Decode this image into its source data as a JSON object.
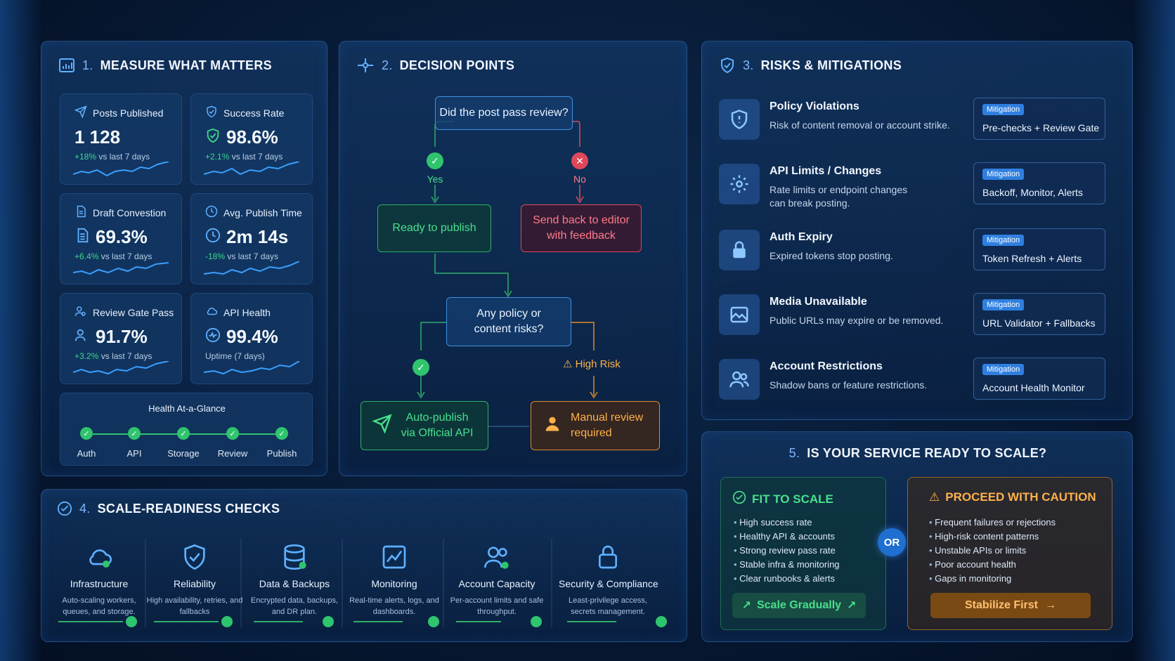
{
  "panel1": {
    "num": "1.",
    "title": "MEASURE WHAT MATTERS",
    "metrics": [
      {
        "label": "Posts Published",
        "value": "1 128",
        "delta": "+18%",
        "note": "vs last 7 days",
        "icon": "send-icon"
      },
      {
        "label": "Success Rate",
        "value": "98.6%",
        "delta": "+2.1%",
        "note": "vs last 7 days",
        "icon": "shield-check-icon"
      },
      {
        "label": "Draft Convestion",
        "value": "69.3%",
        "delta": "+6.4%",
        "note": "vs last 7 days",
        "icon": "document-icon"
      },
      {
        "label": "Avg. Publish Time",
        "value": "2m 14s",
        "delta": "-18%",
        "note": "vs last 7 days",
        "icon": "clock-icon"
      },
      {
        "label": "Review Gate Pass",
        "value": "91.7%",
        "delta": "+3.2%",
        "note": "vs last 7 days",
        "icon": "users-icon"
      },
      {
        "label": "API Health",
        "value": "99.4%",
        "delta": "",
        "note": "Uptime (7 days)",
        "icon": "cloud-icon"
      }
    ],
    "health": {
      "title": "Health At-a-Glance",
      "items": [
        "Auth",
        "API",
        "Storage",
        "Review",
        "Publish"
      ]
    }
  },
  "panel2": {
    "num": "2.",
    "title": "DECISION POINTS",
    "q1": "Did the post pass review?",
    "yes": "Yes",
    "no": "No",
    "ready": "Ready to publish",
    "sendback": "Send back to editor with feedback",
    "q2": "Any policy or content risks?",
    "high_risk": "High Risk",
    "auto": "Auto-publish via Official API",
    "manual": "Manual review required"
  },
  "panel3": {
    "num": "3.",
    "title": "RISKS & MITIGATIONS",
    "mitigation_tag": "Mitigation",
    "risks": [
      {
        "title": "Policy Violations",
        "desc": "Risk of content removal or account strike.",
        "mitigation": "Pre-checks + Review Gate"
      },
      {
        "title": "API Limits / Changes",
        "desc": "Rate limits or endpoint changes can break posting.",
        "mitigation": "Backoff, Monitor, Alerts"
      },
      {
        "title": "Auth Expiry",
        "desc": "Expired tokens stop posting.",
        "mitigation": "Token Refresh + Alerts"
      },
      {
        "title": "Media Unavailable",
        "desc": "Public URLs may expire or be removed.",
        "mitigation": "URL Validator + Fallbacks"
      },
      {
        "title": "Account Restrictions",
        "desc": "Shadow bans or feature restrictions.",
        "mitigation": "Account Health Monitor"
      }
    ]
  },
  "panel4": {
    "num": "4.",
    "title": "SCALE-READINESS CHECKS",
    "checks": [
      {
        "title": "Infrastructure",
        "desc": "Auto-scaling workers, queues, and storage."
      },
      {
        "title": "Reliability",
        "desc": "High availability, retries, and fallbacks"
      },
      {
        "title": "Data & Backups",
        "desc": "Encrypted data, backups, and DR plan."
      },
      {
        "title": "Monitoring",
        "desc": "Real-time alerts, logs, and dashboards."
      },
      {
        "title": "Account Capacity",
        "desc": "Per-account limits and safe throughput."
      },
      {
        "title": "Security & Compliance",
        "desc": "Least-privilege access, secrets management."
      }
    ]
  },
  "panel5": {
    "num": "5.",
    "title": "IS YOUR SERVICE READY TO SCALE?",
    "fit_title": "FIT TO SCALE",
    "fit_items": [
      "High success rate",
      "Healthy API & accounts",
      "Strong review pass rate",
      "Stable infra & monitoring",
      "Clear runbooks & alerts"
    ],
    "fit_button": "Scale Gradually",
    "or": "OR",
    "caution_title": "PROCEED WITH CAUTION",
    "caution_items": [
      "Frequent failures or rejections",
      "High-risk content patterns",
      "Unstable APIs or limits",
      "Poor account health",
      "Gaps in monitoring"
    ],
    "caution_button": "Stabilize First"
  },
  "colors": {
    "accent": "#5fb0ff",
    "green": "#2fc46e",
    "red": "#e0485a",
    "orange": "#e08a2a"
  }
}
